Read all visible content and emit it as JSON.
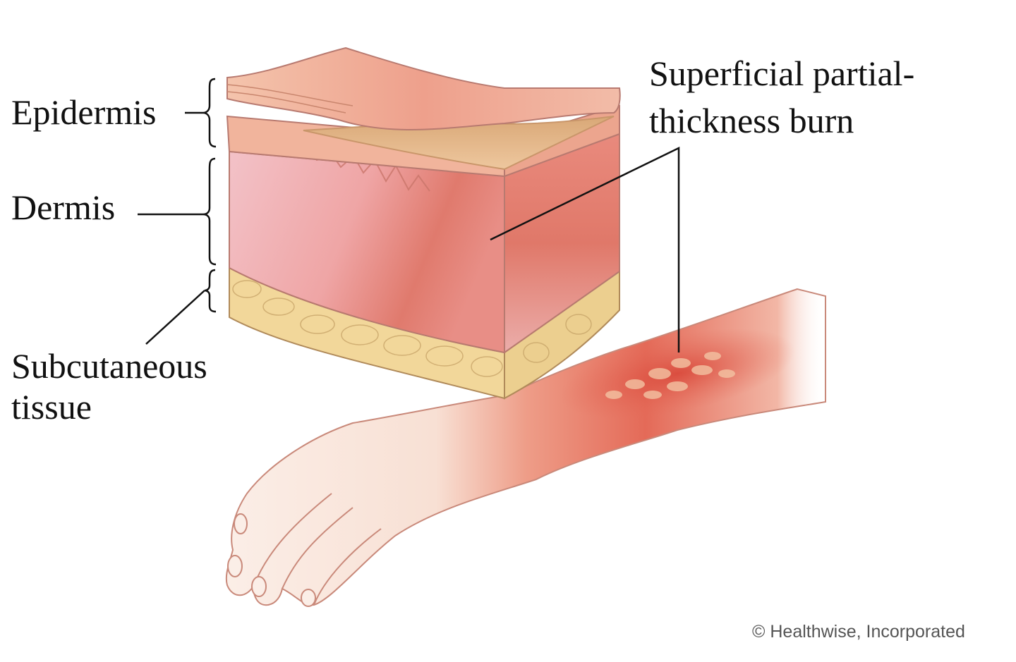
{
  "diagram": {
    "subject": "Superficial partial-thickness burn skin cross-section",
    "labels": {
      "epidermis": "Epidermis",
      "dermis": "Dermis",
      "subcutaneous_line1": "Subcutaneous",
      "subcutaneous_line2": "tissue",
      "burn_line1": "Superficial partial-",
      "burn_line2": "thickness burn"
    },
    "copyright": "© Healthwise, Incorporated",
    "colors": {
      "epidermis": "#f0b69a",
      "dermis": "#f4bcc2",
      "dermis_burn": "#e47f72",
      "fat": "#f2d79a",
      "blister_fluid": "#e2b888",
      "skin_hand": "#fbe9e1",
      "burn_red": "#e0614f",
      "line": "#111111"
    }
  }
}
